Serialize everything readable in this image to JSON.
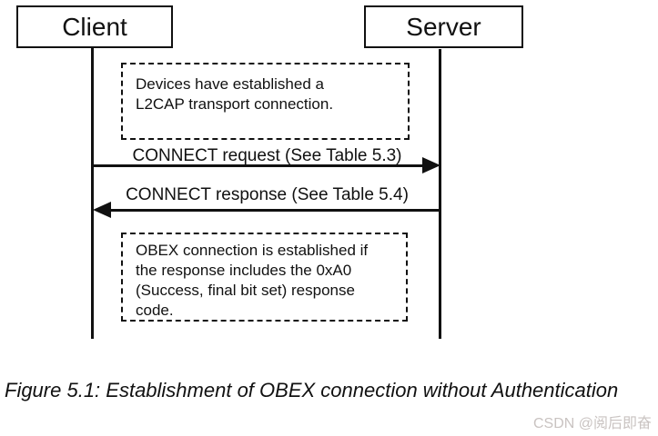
{
  "diagram": {
    "actors": {
      "client": {
        "label": "Client"
      },
      "server": {
        "label": "Server"
      }
    },
    "notes": {
      "transport": {
        "lines": [
          "Devices have established a",
          "L2CAP transport connection."
        ]
      },
      "established": {
        "lines": [
          "OBEX connection is established if",
          "the response includes the 0xA0",
          "(Success, final bit set) response",
          "code."
        ]
      }
    },
    "messages": {
      "request": {
        "label": "CONNECT request (See Table 5.3)",
        "direction": "client-to-server"
      },
      "response": {
        "label": "CONNECT response (See Table 5.4)",
        "direction": "server-to-client"
      }
    },
    "caption": "Figure 5.1: Establishment of OBEX connection without Authentication",
    "watermark": "CSDN @阅后即奋",
    "colors": {
      "line": "#111111",
      "background": "#ffffff",
      "watermark": "#c9c3c1"
    }
  }
}
